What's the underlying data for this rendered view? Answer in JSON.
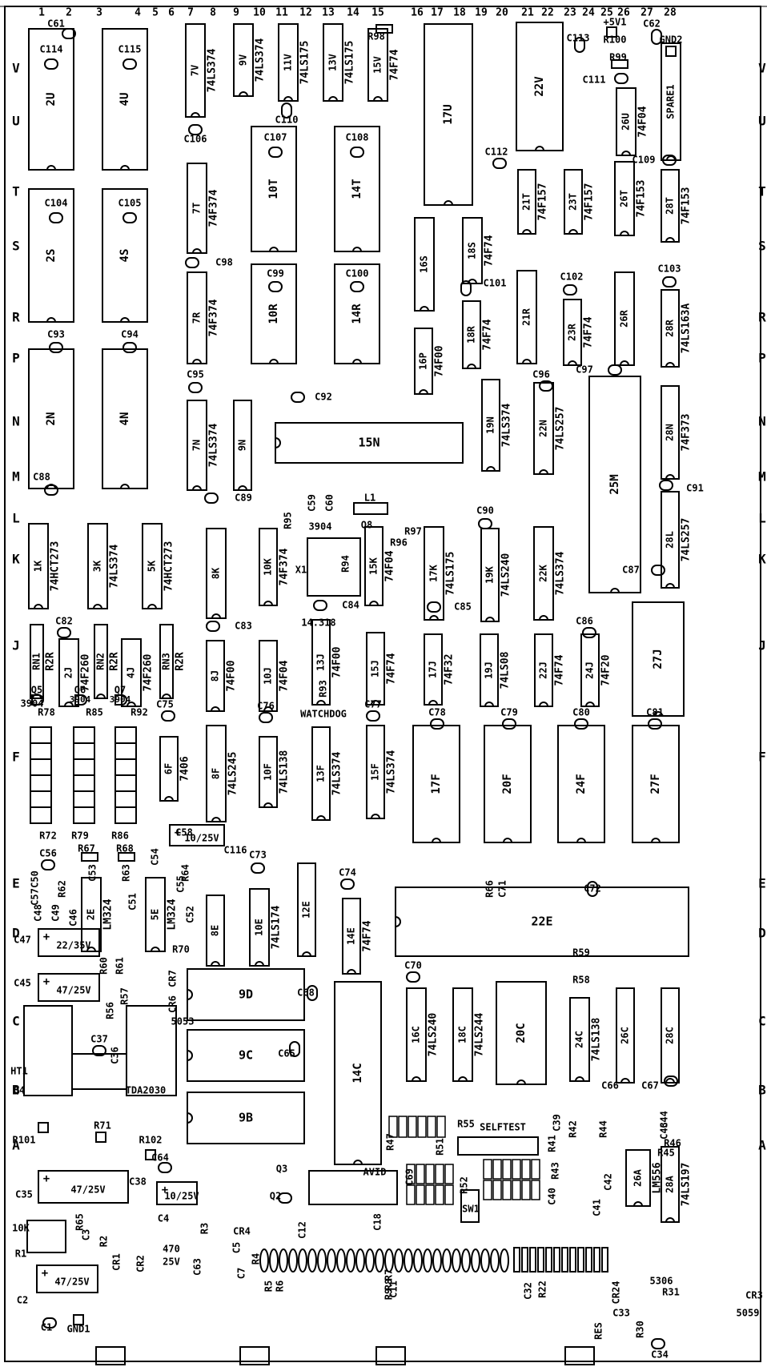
{
  "columns": [
    {
      "label": "1",
      "x": 0
    },
    {
      "label": "2",
      "x": 0
    },
    {
      "label": "3",
      "x": 0
    },
    {
      "label": "4",
      "x": 0
    },
    {
      "label": "5",
      "x": 0
    },
    {
      "label": "6",
      "x": 0
    },
    {
      "label": "7",
      "x": 0
    },
    {
      "label": "8",
      "x": 0
    },
    {
      "label": "9",
      "x": 0
    },
    {
      "label": "10",
      "x": 0
    },
    {
      "label": "11",
      "x": 0
    },
    {
      "label": "12",
      "x": 0
    },
    {
      "label": "13",
      "x": 0
    },
    {
      "label": "14",
      "x": 0
    },
    {
      "label": "15",
      "x": 0
    },
    {
      "label": "16",
      "x": 0
    },
    {
      "label": "17",
      "x": 0
    },
    {
      "label": "18",
      "x": 0
    },
    {
      "label": "19",
      "x": 0
    },
    {
      "label": "20",
      "x": 0
    },
    {
      "label": "21",
      "x": 0
    },
    {
      "label": "22",
      "x": 0
    },
    {
      "label": "23",
      "x": 0
    },
    {
      "label": "24",
      "x": 0
    },
    {
      "label": "25",
      "x": 0
    },
    {
      "label": "26",
      "x": 0
    },
    {
      "label": "27",
      "x": 0
    },
    {
      "label": "28",
      "x": 0
    }
  ],
  "rows": [
    "V",
    "U",
    "T",
    "S",
    "R",
    "P",
    "N",
    "M",
    "L",
    "K",
    "J",
    "F",
    "E",
    "D",
    "C",
    "B",
    "A"
  ],
  "chips": [
    {
      "id": "2U",
      "type": ""
    },
    {
      "id": "4U",
      "type": ""
    },
    {
      "id": "7V",
      "type": "74LS374"
    },
    {
      "id": "9V",
      "type": "74LS374"
    },
    {
      "id": "11V",
      "type": "74LS175"
    },
    {
      "id": "13V",
      "type": "74LS175"
    },
    {
      "id": "15V",
      "type": "74F74"
    },
    {
      "id": "17U",
      "type": ""
    },
    {
      "id": "22V",
      "type": ""
    },
    {
      "id": "26U",
      "type": "74F04"
    },
    {
      "id": "SPARE1",
      "type": ""
    },
    {
      "id": "2S",
      "type": ""
    },
    {
      "id": "4S",
      "type": ""
    },
    {
      "id": "7T",
      "type": "74F374"
    },
    {
      "id": "10T",
      "type": ""
    },
    {
      "id": "14T",
      "type": ""
    },
    {
      "id": "16S",
      "type": ""
    },
    {
      "id": "18S",
      "type": "74F74"
    },
    {
      "id": "21T",
      "type": "74F157"
    },
    {
      "id": "23T",
      "type": "74F157"
    },
    {
      "id": "26T",
      "type": "74F153"
    },
    {
      "id": "28T",
      "type": "74F153"
    },
    {
      "id": "7R",
      "type": "74F374"
    },
    {
      "id": "10R",
      "type": ""
    },
    {
      "id": "14R",
      "type": ""
    },
    {
      "id": "16P",
      "type": "74F00"
    },
    {
      "id": "18R",
      "type": "74F74"
    },
    {
      "id": "21R",
      "type": ""
    },
    {
      "id": "23R",
      "type": "74F74"
    },
    {
      "id": "26R",
      "type": ""
    },
    {
      "id": "28R",
      "type": "74LS163A"
    },
    {
      "id": "2N",
      "type": ""
    },
    {
      "id": "4N",
      "type": ""
    },
    {
      "id": "7N",
      "type": "74LS374"
    },
    {
      "id": "9N",
      "type": ""
    },
    {
      "id": "15N",
      "type": ""
    },
    {
      "id": "19N",
      "type": "74LS374"
    },
    {
      "id": "22N",
      "type": "74LS257"
    },
    {
      "id": "25M",
      "type": ""
    },
    {
      "id": "28N",
      "type": "74F373"
    },
    {
      "id": "1K",
      "type": "74HCT273"
    },
    {
      "id": "3K",
      "type": "74LS374"
    },
    {
      "id": "5K",
      "type": "74HCT273"
    },
    {
      "id": "8K",
      "type": ""
    },
    {
      "id": "10K",
      "type": "74F374"
    },
    {
      "id": "15K",
      "type": "74F04"
    },
    {
      "id": "17K",
      "type": "74LS175"
    },
    {
      "id": "19K",
      "type": "74LS240"
    },
    {
      "id": "22K",
      "type": "74LS374"
    },
    {
      "id": "28L",
      "type": "74LS257"
    },
    {
      "id": "2J",
      "type": "74F260"
    },
    {
      "id": "4J",
      "type": "74F260"
    },
    {
      "id": "8J",
      "type": "74F00"
    },
    {
      "id": "10J",
      "type": "74F04"
    },
    {
      "id": "13J",
      "type": "74F00"
    },
    {
      "id": "15J",
      "type": "74F74"
    },
    {
      "id": "17J",
      "type": "74F32"
    },
    {
      "id": "19J",
      "type": "74LS08"
    },
    {
      "id": "22J",
      "type": "74F74"
    },
    {
      "id": "24J",
      "type": "74F20"
    },
    {
      "id": "27J",
      "type": ""
    },
    {
      "id": "6F",
      "type": "7406"
    },
    {
      "id": "8F",
      "type": "74LS245"
    },
    {
      "id": "10F",
      "type": "74LS138"
    },
    {
      "id": "13F",
      "type": "74LS374"
    },
    {
      "id": "15F",
      "type": "74LS374"
    },
    {
      "id": "17F",
      "type": ""
    },
    {
      "id": "20F",
      "type": ""
    },
    {
      "id": "24F",
      "type": ""
    },
    {
      "id": "27F",
      "type": ""
    },
    {
      "id": "2E",
      "type": "LM324"
    },
    {
      "id": "5E",
      "type": "LM324"
    },
    {
      "id": "8E",
      "type": ""
    },
    {
      "id": "10E",
      "type": "74LS174"
    },
    {
      "id": "12E",
      "type": ""
    },
    {
      "id": "14E",
      "type": "74F74"
    },
    {
      "id": "22E",
      "type": ""
    },
    {
      "id": "9D",
      "type": ""
    },
    {
      "id": "9C",
      "type": ""
    },
    {
      "id": "9B",
      "type": ""
    },
    {
      "id": "14C",
      "type": ""
    },
    {
      "id": "16C",
      "type": "74LS240"
    },
    {
      "id": "18C",
      "type": "74LS244"
    },
    {
      "id": "20C",
      "type": ""
    },
    {
      "id": "24C",
      "type": "74LS138"
    },
    {
      "id": "26C",
      "type": ""
    },
    {
      "id": "28C",
      "type": ""
    },
    {
      "id": "26A",
      "type": "LM556"
    },
    {
      "id": "28A",
      "type": "74LS197"
    },
    {
      "id": "RN1",
      "type": "R2R"
    },
    {
      "id": "RN2",
      "type": "R2R"
    },
    {
      "id": "RN3",
      "type": "R2R"
    }
  ],
  "labels": [
    "C61",
    "C114",
    "C115",
    "R98",
    "C113",
    "R100",
    "+5V1",
    "C62",
    "GND2",
    "R99",
    "C111",
    "C110",
    "C106",
    "C107",
    "C108",
    "C112",
    "C109",
    "C104",
    "C105",
    "C98",
    "C99",
    "C100",
    "C101",
    "C102",
    "C103",
    "C93",
    "C94",
    "C95",
    "C92",
    "C96",
    "C97",
    "C88",
    "C89",
    "C90",
    "C91",
    "C59",
    "C60",
    "L1",
    "Q8",
    "R97",
    "R96",
    "R95",
    "3904",
    "R94",
    "X1",
    "14.318",
    "C87",
    "C82",
    "C83",
    "C84",
    "C85",
    "C86",
    "Q5",
    "Q6",
    "Q7",
    "R78",
    "R85",
    "R92",
    "R72",
    "R79",
    "R86",
    "C75",
    "C76",
    "R93",
    "WATCHDOG",
    "C77",
    "C78",
    "C79",
    "C80",
    "C81",
    "C58",
    "10/25V",
    "C56",
    "R67",
    "R68",
    "C54",
    "C53",
    "R63",
    "R64",
    "R62",
    "C57",
    "C51",
    "C52",
    "C55",
    "C50",
    "C49",
    "C48",
    "C46",
    "C73",
    "C116",
    "C74",
    "R66",
    "C71",
    "C72",
    "C47",
    "22/35V",
    "C45",
    "47/25V",
    "R60",
    "R61",
    "R70",
    "CR7",
    "CR6",
    "5053",
    "R57",
    "R56",
    "C68",
    "C70",
    "R59",
    "R58",
    "C37",
    "C36",
    "C65",
    "HT1",
    "Q4",
    "TDA2030",
    "R71",
    "R101",
    "R102",
    "C64",
    "C66",
    "C67",
    "C44",
    "C43",
    "R46",
    "R45",
    "R47",
    "R55",
    "SELFTEST",
    "R41",
    "C39",
    "R42",
    "R44",
    "R43",
    "R51",
    "R52",
    "SW1",
    "C69",
    "C35",
    "C38",
    "C4",
    "Q3",
    "AVID",
    "Q2",
    "C40",
    "C41",
    "C42",
    "10K",
    "R1",
    "R65",
    "R3",
    "C3",
    "CR1",
    "CR2",
    "470",
    "25V",
    "C63",
    "C2",
    "R2",
    "R4",
    "R5",
    "R6",
    "R7",
    "R8",
    "R9",
    "C11",
    "C12",
    "C18",
    "C1",
    "GND1",
    "CR4",
    "C5",
    "C7",
    "R22",
    "C32",
    "CR24",
    "C33",
    "RES",
    "R30",
    "5306",
    "R31",
    "CR3",
    "C34",
    "5059"
  ]
}
